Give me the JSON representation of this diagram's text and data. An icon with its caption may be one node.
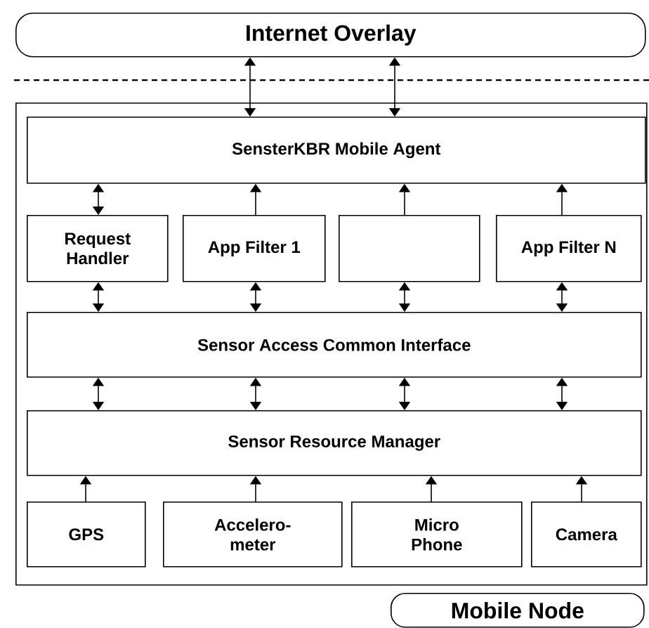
{
  "diagram": {
    "nodes": [
      {
        "text": [
          "Internet Overlay"
        ]
      },
      {
        "text": [
          "Mobile Node"
        ]
      },
      {
        "text": [
          "SensterKBR Mobile Agent"
        ],
        "in": 1
      },
      {
        "text": [
          "Request Handler"
        ],
        "in": 1
      },
      {
        "text": [
          "App Filter 1"
        ],
        "in": 1
      },
      {
        "text": [],
        "shape": "box",
        "in": 1
      },
      {
        "text": [
          "App Filter N"
        ],
        "in": 1
      },
      {
        "text": [
          "Sensor Access Common Interface"
        ],
        "in": 1
      },
      {
        "text": [
          "Sensor Resource Manager"
        ],
        "in": 1
      },
      {
        "text": [
          "GPS"
        ],
        "in": 1
      },
      {
        "text": [
          "Accelero- meter"
        ],
        "in": 1
      },
      {
        "text": [
          "Micro Phone"
        ],
        "in": 1
      },
      {
        "text": [
          "Camera"
        ],
        "in": 1
      }
    ],
    "edges": [
      {
        "from": 0,
        "to": 2,
        "arrow": "both"
      },
      {
        "from": 0,
        "to": 2,
        "arrow": "both"
      },
      {
        "from": 3,
        "to": 2,
        "arrow": "both"
      },
      {
        "from": 4,
        "to": 2,
        "arrow": "to"
      },
      {
        "from": 5,
        "to": 2,
        "arrow": "to"
      },
      {
        "from": 6,
        "to": 2,
        "arrow": "to"
      },
      {
        "from": 3,
        "to": 7,
        "arrow": "both"
      },
      {
        "from": 4,
        "to": 7,
        "arrow": "both"
      },
      {
        "from": 5,
        "to": 7,
        "arrow": "both"
      },
      {
        "from": 6,
        "to": 7,
        "arrow": "both"
      },
      {
        "from": 7,
        "to": 8,
        "arrow": "both"
      },
      {
        "from": 7,
        "to": 8,
        "arrow": "both"
      },
      {
        "from": 7,
        "to": 8,
        "arrow": "both"
      },
      {
        "from": 7,
        "to": 8,
        "arrow": "both"
      },
      {
        "from": 9,
        "to": 8,
        "arrow": "to"
      },
      {
        "from": 10,
        "to": 8,
        "arrow": "to"
      },
      {
        "from": 11,
        "to": 8,
        "arrow": "to"
      },
      {
        "from": 12,
        "to": 8,
        "arrow": "to"
      }
    ]
  }
}
